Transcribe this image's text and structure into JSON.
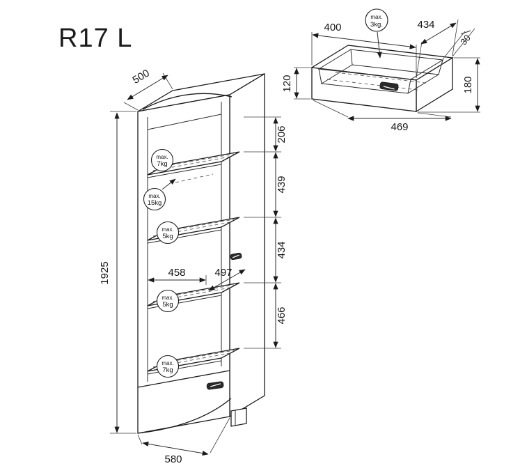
{
  "title": "R17 L",
  "colors": {
    "line": "#1b1b1b",
    "background": "#ffffff"
  },
  "cabinet": {
    "height_label": "1925",
    "top_depth_label": "500",
    "bottom_depth_label": "580",
    "inner_width_label": "458",
    "inner_depth_label": "497",
    "segments": [
      {
        "label": "206"
      },
      {
        "label": "439"
      },
      {
        "label": "434"
      },
      {
        "label": "466"
      }
    ],
    "badges": [
      {
        "line1": "max.",
        "line2": "7kg"
      },
      {
        "line1": "max.",
        "line2": "15kg"
      },
      {
        "line1": "max.",
        "line2": "5kg"
      },
      {
        "line1": "max.",
        "line2": "5kg"
      },
      {
        "line1": "max.",
        "line2": "7kg"
      }
    ]
  },
  "drawer_detail": {
    "badge": {
      "line1": "max.",
      "line2": "3kg."
    },
    "width_label": "400",
    "depth_label": "434",
    "rim_label": "30",
    "front_height_label": "120",
    "side_height_label": "180",
    "outer_width_label": "469"
  }
}
